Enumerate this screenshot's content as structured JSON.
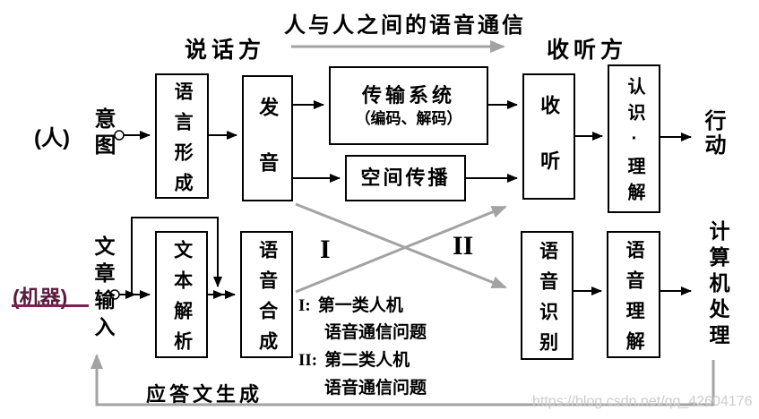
{
  "title": "人与人之间的语音通信",
  "headers": {
    "speaker": "说话方",
    "listener": "收听方"
  },
  "human_row": {
    "actor_label": "(人)",
    "input_label": "意图",
    "language_formation": "语言形成",
    "pronunciation": "发音",
    "transmission_title": "传输系统",
    "transmission_sub": "（编码、解码）",
    "spatial_propagation": "空间传播",
    "listening": "收听",
    "recognition_understanding": "认识·理解",
    "action": "行动"
  },
  "machine_row": {
    "actor_label": "(机器)",
    "input_label": "文章输入",
    "text_parsing": "文本解析",
    "speech_synthesis": "语音合成",
    "speech_recognition": "语音识别",
    "speech_understanding": "语音理解",
    "computer_processing": "计算机处理",
    "response_generation": "应答文生成"
  },
  "cross_labels": {
    "type1": "I",
    "type2": "II"
  },
  "legend": {
    "item1_num": "I:",
    "item1_line1": "第一类人机",
    "item1_line2": "语音通信问题",
    "item2_num": "II:",
    "item2_line1": "第二类人机",
    "item2_line2": "语音通信问题"
  },
  "watermark": "https://blog.csdn.net/qq_42604176",
  "colors": {
    "machine_label": "#5A1B3C",
    "machine_underline": "#7C2150",
    "gray_line": "#A3A3A3",
    "watermark_text": "#CCCCCC",
    "line": "#000000"
  }
}
